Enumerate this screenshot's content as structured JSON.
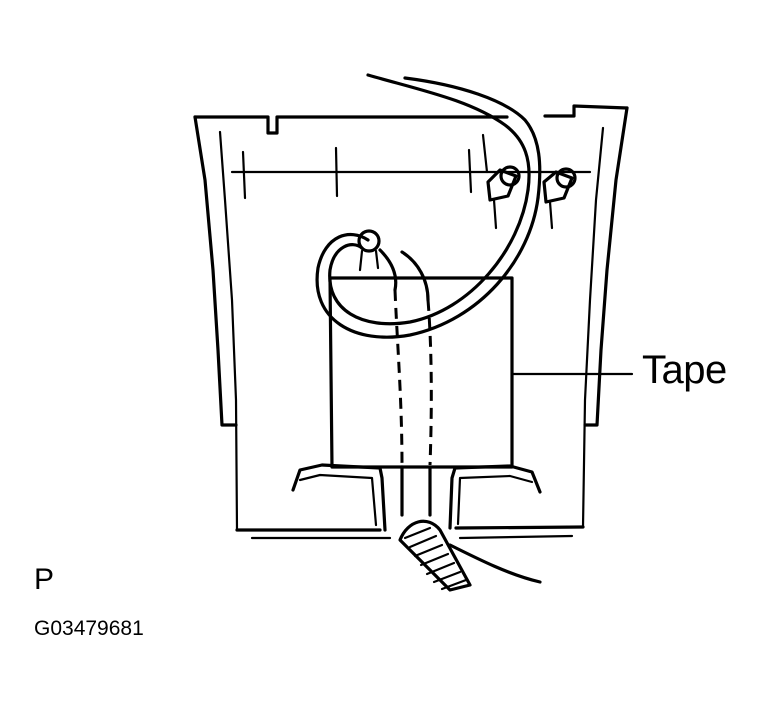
{
  "labels": {
    "tape": "Tape",
    "view_letter": "P",
    "figure_code": "G03479681"
  },
  "colors": {
    "ink": "#000000",
    "background": "#ffffff"
  }
}
